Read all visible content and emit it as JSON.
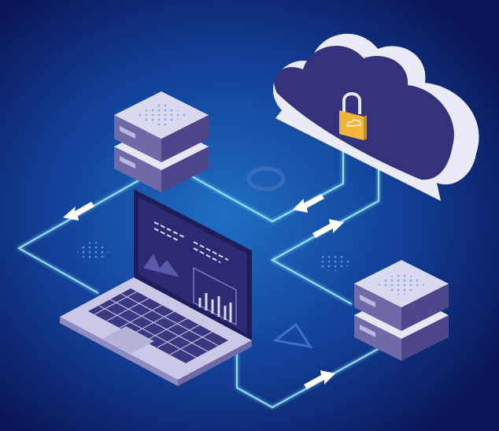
{
  "scene": {
    "subject": "cloud-storage-network",
    "colors": {
      "background_center": "#1f6fc4",
      "background_edge": "#0a1657",
      "connection_line": "#8fe3ff",
      "server_top": "#d9d9ef",
      "server_side_left": "#6e6aa8",
      "server_side_right": "#4b478a",
      "cloud_face": "#34327a",
      "cloud_rim": "#ebeaf7",
      "lock": "#f2b63a",
      "laptop_body": "#c9c8e6",
      "laptop_screen": "#2b2a72"
    },
    "icons": [
      "server-icon",
      "cloud-icon",
      "padlock-icon",
      "laptop-icon",
      "arrow-icon",
      "circle-shape",
      "triangle-shape",
      "dot-grid"
    ]
  }
}
